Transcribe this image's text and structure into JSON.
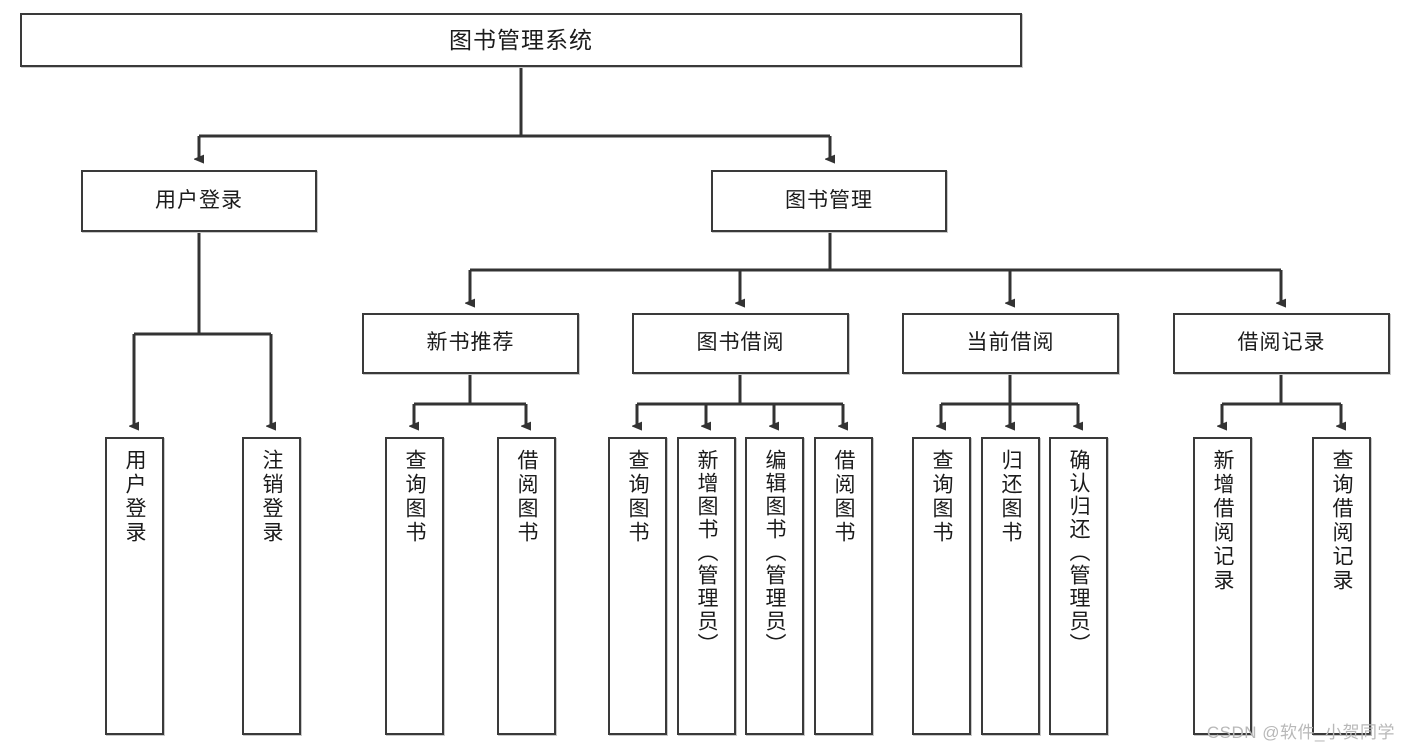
{
  "diagram": {
    "type": "tree",
    "title": "图书管理系统",
    "colors": {
      "box_border": "#3a3a3a",
      "box_fill": "#ffffff",
      "connector": "#333333",
      "text": "#1b1b1b",
      "watermark": "#b8b8b8"
    },
    "root": {
      "label": "图书管理系统"
    },
    "level1": [
      {
        "id": "user-login",
        "label": "用户登录"
      },
      {
        "id": "book-manage",
        "label": "图书管理"
      }
    ],
    "level2": [
      {
        "id": "new-book-recommend",
        "label": "新书推荐",
        "parent": "book-manage"
      },
      {
        "id": "book-borrow",
        "label": "图书借阅",
        "parent": "book-manage"
      },
      {
        "id": "current-borrow",
        "label": "当前借阅",
        "parent": "book-manage"
      },
      {
        "id": "borrow-record",
        "label": "借阅记录",
        "parent": "book-manage"
      }
    ],
    "leaves": {
      "user_login": [
        {
          "id": "leaf-user-login",
          "label": "用户登录"
        },
        {
          "id": "leaf-user-logout",
          "label": "注销登录"
        }
      ],
      "new_book_recommend": [
        {
          "id": "leaf-query-book-1",
          "label": "查询图书"
        },
        {
          "id": "leaf-borrow-book-1",
          "label": "借阅图书"
        }
      ],
      "book_borrow": [
        {
          "id": "leaf-query-book-2",
          "label": "查询图书"
        },
        {
          "id": "leaf-add-book",
          "label": "新增图书（管理员）"
        },
        {
          "id": "leaf-edit-book",
          "label": "编辑图书（管理员）"
        },
        {
          "id": "leaf-borrow-book-2",
          "label": "借阅图书"
        }
      ],
      "current_borrow": [
        {
          "id": "leaf-query-book-3",
          "label": "查询图书"
        },
        {
          "id": "leaf-return-book",
          "label": "归还图书"
        },
        {
          "id": "leaf-confirm-return",
          "label": "确认归还（管理员）"
        }
      ],
      "borrow_record": [
        {
          "id": "leaf-add-record",
          "label": "新增借阅记录"
        },
        {
          "id": "leaf-query-record",
          "label": "查询借阅记录"
        }
      ]
    }
  },
  "watermark": {
    "text": "CSDN @软件_小贺同学"
  }
}
